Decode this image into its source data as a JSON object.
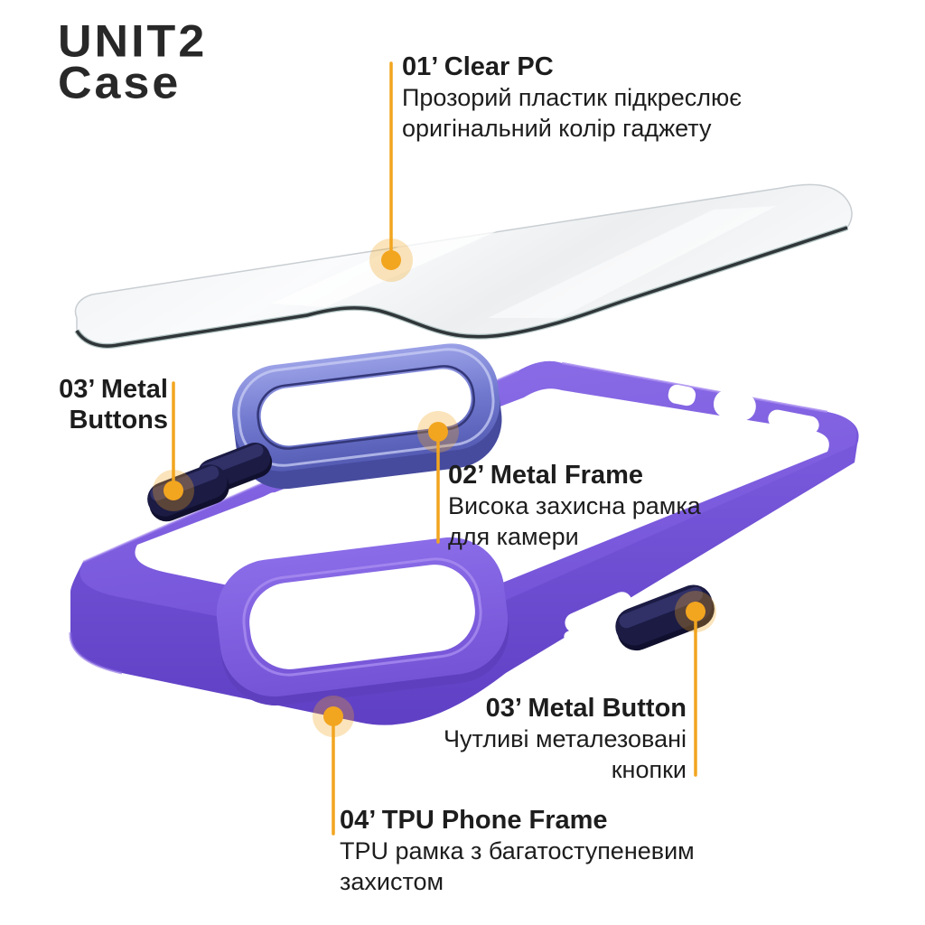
{
  "brand": {
    "line1": "UNIT2",
    "line2": "Case"
  },
  "callouts": {
    "clear_pc": {
      "title": "01’ Clear PC",
      "desc1": "Прозорий пластик підкреслює",
      "desc2": "оригінальний колір гаджету"
    },
    "metal_frame": {
      "title": "02’ Metal Frame",
      "desc1": "Висока захисна рамка",
      "desc2": "для камери"
    },
    "metal_buttons": {
      "title1": "03’ Metal",
      "title2": "Buttons"
    },
    "metal_button": {
      "title": "03’ Metal Button",
      "desc1": "Чутливі металезовані",
      "desc2": "кнопки"
    },
    "tpu_frame": {
      "title": "04’ TPU Phone Frame",
      "desc1": "TPU рамка з багатоступеневим",
      "desc2": "захистом"
    }
  },
  "colors": {
    "accent_orange": "#F2A51F",
    "case_purple": "#7B5BDE",
    "case_wall": "#6A4BD0",
    "metal_frame_blue": "#6A71C4",
    "button_navy": "#1B1B44",
    "text": "#1D1D1D"
  }
}
